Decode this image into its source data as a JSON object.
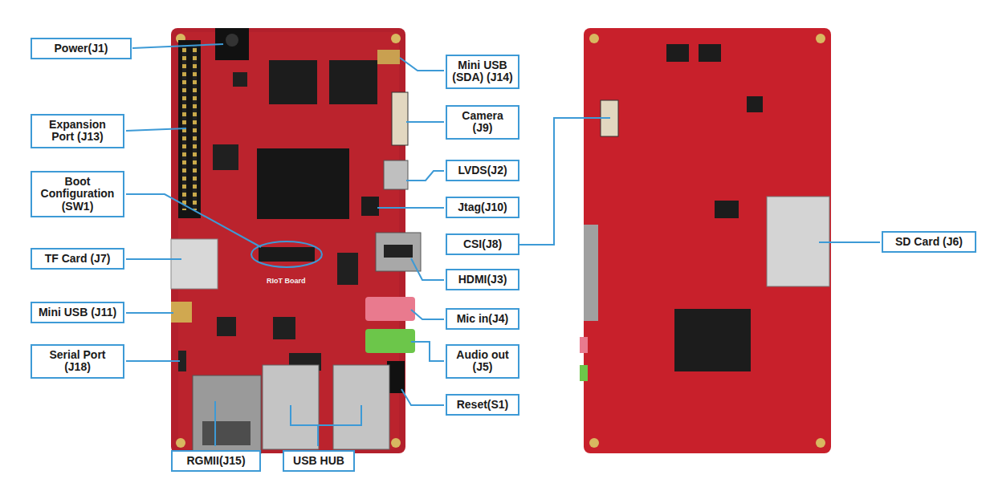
{
  "diagram": {
    "nodes": [
      {
        "text": [
          "Power(J1)"
        ]
      },
      {
        "text": [
          "Mini USB (SDA) (J14)"
        ]
      },
      {
        "text": [
          "Expansion Port (J13)"
        ]
      },
      {
        "text": [
          "Camera (J9)"
        ]
      },
      {
        "text": [
          "Boot Configuration (SW1)"
        ]
      },
      {
        "text": [
          "LVDS(J2)"
        ]
      },
      {
        "text": [
          "Jtag(J10)"
        ]
      },
      {
        "text": [
          "TF Card (J7)"
        ]
      },
      {
        "text": [
          "CSI(J8)"
        ]
      },
      {
        "text": [
          "HDMI(J3)"
        ]
      },
      {
        "text": [
          "SD Card (J6)"
        ]
      },
      {
        "text": [
          "Mini USB (J11)"
        ]
      },
      {
        "text": [
          "Mic in(J4)"
        ]
      },
      {
        "text": [
          "Serial Port (J18)"
        ]
      },
      {
        "text": [
          "Audio out (J5)"
        ]
      },
      {
        "text": [
          "Reset(S1)"
        ]
      },
      {
        "text": [
          "RGMII(J15)"
        ]
      },
      {
        "text": [
          "USB HUB"
        ]
      }
    ],
    "labels": [
      "RIoT Board"
    ]
  }
}
